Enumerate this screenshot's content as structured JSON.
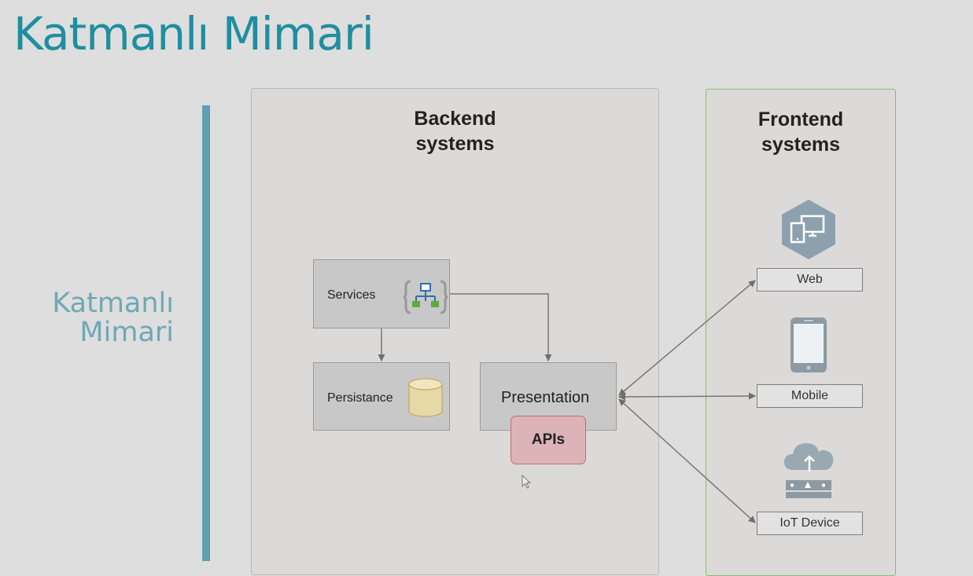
{
  "slide": {
    "title": "Katmanlı Mimari",
    "side_label_line1": "Katmanlı",
    "side_label_line2": "Mimari"
  },
  "backend": {
    "title_line1": "Backend",
    "title_line2": "systems",
    "services_label": "Services",
    "persistance_label": "Persistance",
    "presentation_label": "Presentation",
    "apis_label": "APIs"
  },
  "frontend": {
    "title_line1": "Frontend",
    "title_line2": "systems",
    "web_label": "Web",
    "mobile_label": "Mobile",
    "iot_label": "IoT Device"
  },
  "icons": {
    "services": "network-hierarchy-icon",
    "persistance": "database-cylinder-icon",
    "web": "devices-hexagon-icon",
    "mobile": "smartphone-icon",
    "iot": "cloud-router-icon",
    "cursor": "mouse-cursor-icon"
  },
  "colors": {
    "title": "#1f8ea0",
    "side_label": "#6fa8b5",
    "accent_bar": "#5f9fb0",
    "frontend_border": "#86bd6e",
    "apis_fill": "#dcb3b7"
  }
}
